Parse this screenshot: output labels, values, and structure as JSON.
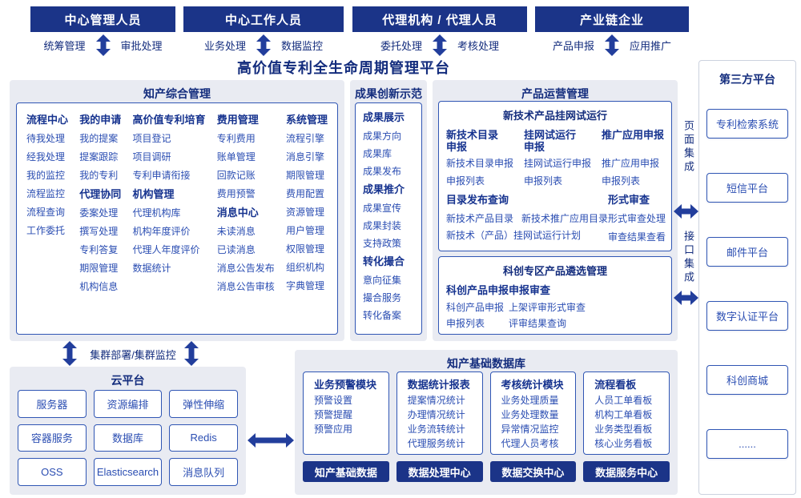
{
  "colors": {
    "navy": "#1b3488",
    "border": "#3056b4",
    "item": "#2a4db2",
    "heading": "#16338f",
    "panel": "#e9ebf2",
    "arrow": "#223e9c",
    "title": "#132c7d",
    "frame": "#ccd2df"
  },
  "actors": [
    {
      "title": "中心管理人员",
      "left_label": "统筹管理",
      "right_label": "审批处理"
    },
    {
      "title": "中心工作人员",
      "left_label": "业务处理",
      "right_label": "数据监控"
    },
    {
      "title": "代理机构 / 代理人员",
      "left_label": "委托处理",
      "right_label": "考核处理"
    },
    {
      "title": "产业链企业",
      "left_label": "产品申报",
      "right_label": "应用推广"
    }
  ],
  "platform_title": "高价值专利全生命周期管理平台",
  "cluster_label": "集群部署/集群监控",
  "sections": {
    "ip_management": {
      "title": "知产综合管理",
      "columns": [
        {
          "groups": [
            {
              "title": "流程中心",
              "items": [
                "待我处理",
                "经我处理",
                "我的监控",
                "流程监控",
                "流程查询",
                "工作委托"
              ]
            }
          ]
        },
        {
          "groups": [
            {
              "title": "我的申请",
              "items": [
                "我的提案",
                "提案跟踪",
                "我的专利"
              ]
            },
            {
              "title": "代理协同",
              "items": [
                "委案处理",
                "撰写处理",
                "专利答复",
                "期限管理",
                "机构信息"
              ]
            }
          ]
        },
        {
          "groups": [
            {
              "title": "高价值专利培育",
              "items": [
                "项目登记",
                "项目调研",
                "专利申请衔接"
              ]
            },
            {
              "title": "机构管理",
              "items": [
                "代理机构库",
                "机构年度评价",
                "代理人年度评价",
                "数据统计"
              ]
            }
          ]
        },
        {
          "groups": [
            {
              "title": "费用管理",
              "items": [
                "专利费用",
                "账单管理",
                "回款记账",
                "费用预警"
              ]
            },
            {
              "title": "消息中心",
              "items": [
                "未读消息",
                "已读消息",
                "消息公告发布",
                "消息公告审核"
              ]
            }
          ]
        },
        {
          "groups": [
            {
              "title": "系统管理",
              "items": [
                "流程引擎",
                "消息引擎",
                "期限管理",
                "费用配置",
                "资源管理",
                "用户管理",
                "权限管理",
                "组织机构",
                "字典管理"
              ]
            }
          ]
        }
      ]
    },
    "achievement": {
      "title": "成果创新示范",
      "groups": [
        {
          "title": "成果展示",
          "items": [
            "成果方向",
            "成果库",
            "成果发布"
          ]
        },
        {
          "title": "成果推介",
          "items": [
            "成果宣传",
            "成果封装",
            "支持政策"
          ]
        },
        {
          "title": "转化撮合",
          "items": [
            "意向征集",
            "撮合服务",
            "转化备案"
          ]
        }
      ]
    },
    "product_ops": {
      "title": "产品运营管理",
      "trial_box": {
        "title": "新技术产品挂网试运行",
        "top_groups": [
          {
            "title": "新技术目录申报",
            "items": [
              "新技术目录申报",
              "申报列表"
            ]
          },
          {
            "title": "挂网试运行申报",
            "items": [
              "挂网试运行申报",
              "申报列表"
            ]
          },
          {
            "title": "推广应用申报",
            "items": [
              "推广应用申报",
              "申报列表"
            ]
          }
        ],
        "catalog_group": {
          "title": "目录发布查询",
          "row1": [
            "新技术产品目录",
            "新技术推广应用目录"
          ],
          "row2": "新技术（产品）挂网试运行计划"
        },
        "review_group": {
          "title": "形式审查",
          "items": [
            "形式审查处理",
            "审查结果查看"
          ]
        }
      },
      "selection_box": {
        "title": "科创专区产品遴选管理",
        "groups": [
          {
            "title": "科创产品申报",
            "items": [
              "科创产品申报",
              "申报列表"
            ]
          },
          {
            "title": "申报审查",
            "items": [
              "上架评审形式审查",
              "评审结果查询"
            ]
          }
        ]
      }
    },
    "cloud": {
      "title": "云平台",
      "cells": [
        "服务器",
        "资源编排",
        "弹性伸缩",
        "容器服务",
        "数据库",
        "Redis",
        "OSS",
        "Elasticsearch",
        "消息队列"
      ]
    },
    "database": {
      "title": "知产基础数据库",
      "columns": [
        {
          "title": "业务预警模块",
          "items": [
            "预警设置",
            "预警提醒",
            "预警应用"
          ],
          "button": "知产基础数据"
        },
        {
          "title": "数据统计报表",
          "items": [
            "提案情况统计",
            "办理情况统计",
            "业务流转统计",
            "代理服务统计"
          ],
          "button": "数据处理中心"
        },
        {
          "title": "考核统计模块",
          "items": [
            "业务处理质量",
            "业务处理数量",
            "异常情况监控",
            "代理人员考核"
          ],
          "button": "数据交换中心"
        },
        {
          "title": "流程看板",
          "items": [
            "人员工单看板",
            "机构工单看板",
            "业务类型看板",
            "核心业务看板"
          ],
          "button": "数据服务中心"
        }
      ]
    }
  },
  "third_party": {
    "title": "第三方平台",
    "integrations": [
      "页面集成",
      "接口集成"
    ],
    "items": [
      "专利检索系统",
      "短信平台",
      "邮件平台",
      "数字认证平台",
      "科创商城",
      "......"
    ]
  }
}
